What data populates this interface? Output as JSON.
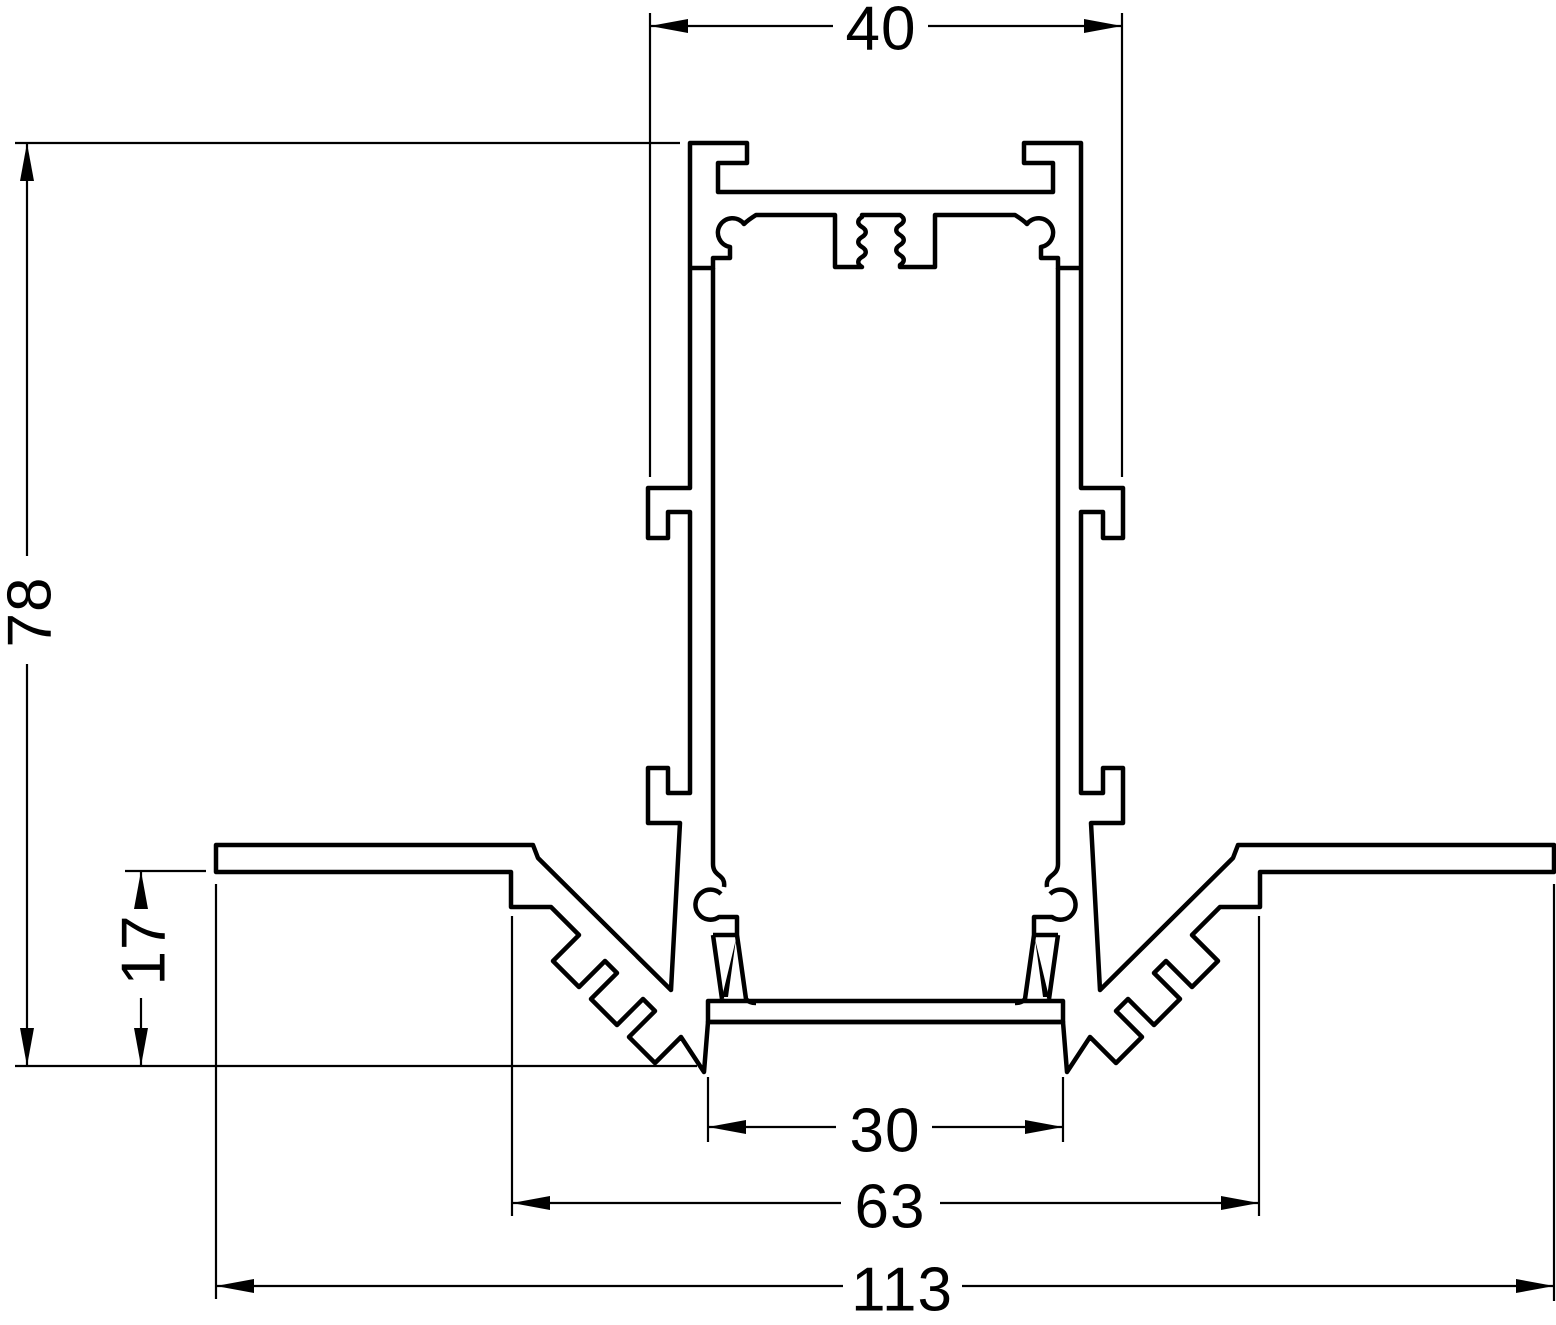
{
  "drawing": {
    "type": "technical-cross-section",
    "subject": "recessed-trimless-led-profile-extrusion",
    "units": "mm",
    "line_color": "#000000",
    "background_color": "#ffffff",
    "dimensions": {
      "top_width": {
        "label": "40",
        "orientation": "horizontal",
        "position": "top"
      },
      "overall_height": {
        "label": "78",
        "orientation": "vertical",
        "position": "left"
      },
      "recess_depth": {
        "label": "17",
        "orientation": "vertical",
        "position": "left-inner"
      },
      "opening_width": {
        "label": "30",
        "orientation": "horizontal",
        "position": "bottom-1"
      },
      "cutout_width": {
        "label": "63",
        "orientation": "horizontal",
        "position": "bottom-2"
      },
      "overall_width": {
        "label": "113",
        "orientation": "horizontal",
        "position": "bottom-3"
      }
    }
  }
}
